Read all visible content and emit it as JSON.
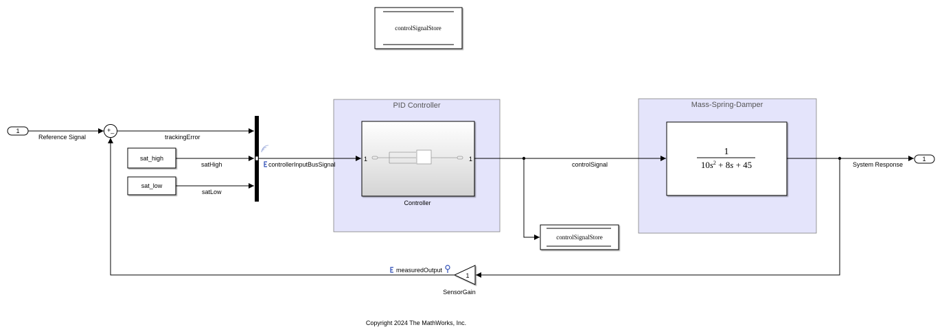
{
  "diagram": {
    "areas": {
      "pid_title": "PID Controller",
      "msd_title": "Mass-Spring-Damper"
    },
    "blocks": {
      "ds_memory_top_label": "controlSignalStore",
      "ds_write_label": "controlSignalStore",
      "inport_number": "1",
      "outport_number": "1",
      "sum_signs": "+_",
      "sat_high_label": "sat_high",
      "sat_low_label": "sat_low",
      "controller_in_port": "1",
      "controller_out_port": "1",
      "controller_caption": "Controller",
      "tf_numerator": "1",
      "gain_value": "1",
      "gain_caption": "SensorGain"
    },
    "signals": {
      "reference": "Reference Signal",
      "tracking_error": "trackingError",
      "sat_high": "satHigh",
      "sat_low": "satLow",
      "bus": "controllerInputBusSignal",
      "control": "controlSignal",
      "system_response": "System Response",
      "measured_output": "measuredOutput"
    },
    "copyright": "Copyright 2024 The MathWorks, Inc."
  },
  "colors": {
    "area_fill": "#e4e4fb",
    "area_border": "#7f7f7f",
    "logging_badge": "#2b4bb5",
    "wire": "#000000"
  },
  "icons": [
    "log-signal-icon",
    "wireless-icon",
    "test-point-icon",
    "arrowhead-icon"
  ]
}
